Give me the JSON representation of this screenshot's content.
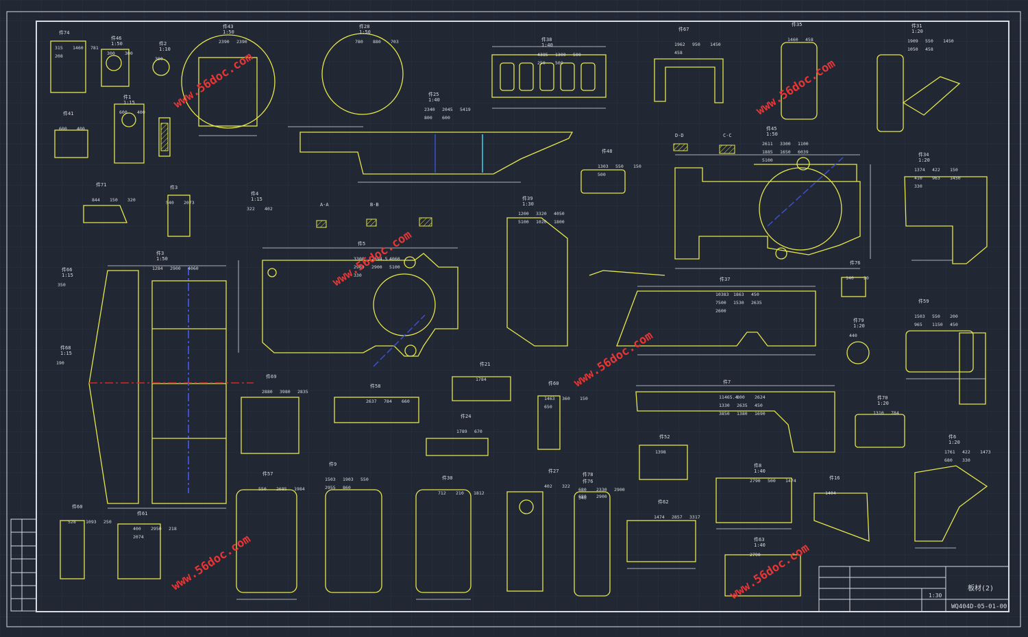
{
  "colors": {
    "background": "#212833",
    "grid": "#2a3240",
    "frame": "#d8dde3",
    "part_outline": "#e8e84a",
    "dimension": "#d9dde1",
    "center_line": "#3e4fd0",
    "red_center": "#d52828",
    "cyan_dim": "#3ad6e8",
    "watermark": "#e83535"
  },
  "watermark": {
    "text": "www.56doc.com"
  },
  "title_block": {
    "drawing_title": "板材(2)",
    "drawing_number": "WQ404D-05-01-00",
    "scale": "1:30"
  },
  "sections": {
    "s_a_a": "A-A",
    "s_b_b": "B-B",
    "s_c_c": "C-C",
    "s_d_d": "D-D"
  },
  "parts": [
    {
      "id": "p74",
      "label": "件74",
      "dims": [
        "315",
        "1460",
        "781",
        "208"
      ]
    },
    {
      "id": "p46",
      "label": "件46",
      "scale": "1:50",
      "dims": [
        "300",
        "300"
      ]
    },
    {
      "id": "p2",
      "label": "件2",
      "scale": "1:10",
      "dims": [
        "300"
      ]
    },
    {
      "id": "p43",
      "label": "件43",
      "scale": "1:50",
      "dims": [
        "2390",
        "2390"
      ]
    },
    {
      "id": "p28",
      "label": "件28",
      "scale": "1:50",
      "dims": [
        "780",
        "880",
        "703"
      ]
    },
    {
      "id": "p38",
      "label": "件38",
      "scale": "1:40",
      "dims": [
        "4385",
        "1300",
        "500",
        "250",
        "500"
      ]
    },
    {
      "id": "p67",
      "label": "件67",
      "dims": [
        "1962",
        "950",
        "1450",
        "458"
      ]
    },
    {
      "id": "p35",
      "label": "件35",
      "dims": [
        "1460",
        "458"
      ]
    },
    {
      "id": "p31",
      "label": "件31",
      "scale": "1:20",
      "dims": [
        "1909",
        "550",
        "1450",
        "1050",
        "458"
      ]
    },
    {
      "id": "p41",
      "label": "件41",
      "dims": [
        "600",
        "400"
      ]
    },
    {
      "id": "p1",
      "label": "件1",
      "scale": "1:15",
      "dims": [
        "600",
        "400"
      ]
    },
    {
      "id": "p25",
      "label": "件25",
      "scale": "1:40",
      "dims": [
        "2340",
        "2045",
        "5419",
        "800",
        "600"
      ]
    },
    {
      "id": "p48",
      "label": "件48",
      "dims": [
        "1303",
        "550",
        "150",
        "500"
      ]
    },
    {
      "id": "p45",
      "label": "件45",
      "scale": "1:50",
      "dims": [
        "2611",
        "3300",
        "1100",
        "1885",
        "1650",
        "6039",
        "5100"
      ]
    },
    {
      "id": "p34",
      "label": "件34",
      "scale": "1:20",
      "dims": [
        "1374",
        "422",
        "150",
        "410",
        "963",
        "1450",
        "330"
      ]
    },
    {
      "id": "p71",
      "label": "件71",
      "dims": [
        "844",
        "150",
        "320"
      ]
    },
    {
      "id": "p3a",
      "label": "件3",
      "dims": [
        "540",
        "2073"
      ]
    },
    {
      "id": "p4",
      "label": "件4",
      "scale": "1:15",
      "dims": [
        "322",
        "402"
      ]
    },
    {
      "id": "p39",
      "label": "件39",
      "scale": "1:30",
      "dims": [
        "1200",
        "3320",
        "4050",
        "5100",
        "1020",
        "1800"
      ]
    },
    {
      "id": "p5",
      "label": "件5",
      "dims": [
        "3300",
        "2694.5",
        "4060",
        "2960",
        "2900",
        "5100",
        "330"
      ]
    },
    {
      "id": "p3b",
      "label": "件3",
      "scale": "1:50",
      "dims": [
        "1284",
        "2900",
        "4060"
      ]
    },
    {
      "id": "p66",
      "label": "件66",
      "scale": "1:15",
      "dims": [
        "350"
      ]
    },
    {
      "id": "p68",
      "label": "件68",
      "scale": "1:15",
      "dims": [
        "190"
      ]
    },
    {
      "id": "p76",
      "label": "件76",
      "dims": [
        "140",
        "20"
      ]
    },
    {
      "id": "p37",
      "label": "件37",
      "dims": [
        "10383",
        "1863",
        "450",
        "7500",
        "1530",
        "2635",
        "2600"
      ]
    },
    {
      "id": "p79",
      "label": "件79",
      "scale": "1:20",
      "dims": [
        "440"
      ]
    },
    {
      "id": "p59",
      "label": "件59",
      "dims": [
        "1503",
        "550",
        "200",
        "965",
        "1150",
        "450"
      ]
    },
    {
      "id": "p69",
      "label": "件69",
      "dims": [
        "2880",
        "3980",
        "2835"
      ]
    },
    {
      "id": "p58",
      "label": "件58",
      "dims": [
        "2637",
        "784",
        "660"
      ]
    },
    {
      "id": "p21",
      "label": "件21",
      "dims": [
        "1784"
      ]
    },
    {
      "id": "p24",
      "label": "件24",
      "dims": [
        "1789",
        "670"
      ]
    },
    {
      "id": "p60",
      "label": "件60",
      "dims": [
        "1463",
        "360",
        "150",
        "650"
      ]
    },
    {
      "id": "p7",
      "label": "件7",
      "dims": [
        "11465.4",
        "800",
        "2624",
        "1330",
        "2635",
        "450",
        "3850",
        "1380",
        "1690"
      ]
    },
    {
      "id": "p70",
      "label": "件70",
      "scale": "1:20",
      "dims": [
        "1310",
        "784"
      ]
    },
    {
      "id": "p57",
      "label": "件57",
      "dims": [
        "550",
        "2685",
        "1984"
      ]
    },
    {
      "id": "p9",
      "label": "件9",
      "dims": [
        "1503",
        "1903",
        "550",
        "2955",
        "860"
      ]
    },
    {
      "id": "p30",
      "label": "件30",
      "dims": [
        "712",
        "210",
        "1812"
      ]
    },
    {
      "id": "p27",
      "label": "件27",
      "dims": [
        "402",
        "322"
      ]
    },
    {
      "id": "p78",
      "label": "件78",
      "dims": [
        "680",
        "2330",
        "2900",
        "340"
      ]
    },
    {
      "id": "p76b",
      "label": "件76",
      "dims": [
        "680",
        "2900"
      ]
    },
    {
      "id": "p52",
      "label": "件52",
      "dims": [
        "1398"
      ]
    },
    {
      "id": "p62",
      "label": "件62",
      "dims": [
        "1474",
        "2857",
        "3317"
      ]
    },
    {
      "id": "p8",
      "label": "件8",
      "scale": "1:40",
      "dims": [
        "2790",
        "500",
        "1474"
      ]
    },
    {
      "id": "p63",
      "label": "件63",
      "scale": "1:40",
      "dims": [
        "2790"
      ]
    },
    {
      "id": "p16",
      "label": "件16",
      "dims": [
        "1404"
      ]
    },
    {
      "id": "p6",
      "label": "件6",
      "scale": "1:20",
      "dims": [
        "1761",
        "422",
        "1473",
        "680",
        "330"
      ]
    },
    {
      "id": "p60b",
      "label": "件60",
      "dims": [
        "528",
        "1093",
        "250"
      ]
    },
    {
      "id": "p61",
      "label": "件61",
      "dims": [
        "400",
        "2950",
        "218",
        "2074"
      ]
    }
  ]
}
